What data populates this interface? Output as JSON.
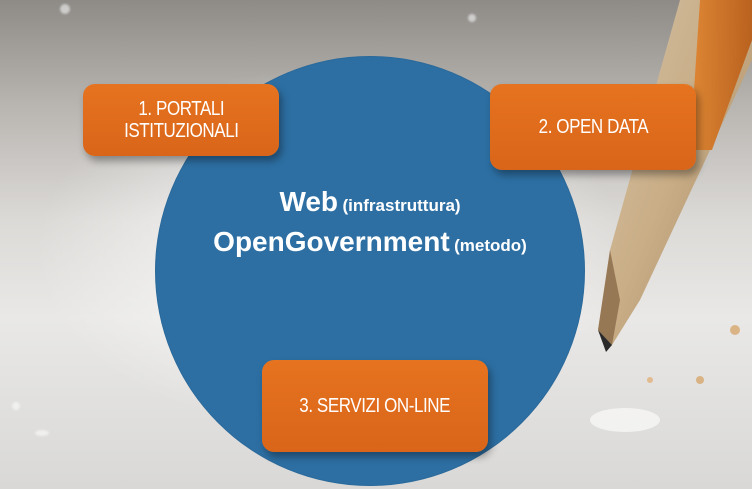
{
  "diagram": {
    "center": {
      "line1_main": "Web",
      "line1_sub": "(infrastruttura)",
      "line2_main": "OpenGovernment",
      "line2_sub": "(metodo)"
    },
    "boxes": [
      {
        "label": "1. PORTALI\nISTITUZIONALI"
      },
      {
        "label": "2. OPEN DATA"
      },
      {
        "label": "3. SERVIZI ON-LINE"
      }
    ]
  },
  "colors": {
    "circle": "#2d6fa3",
    "box": "#e06b1c",
    "text": "#ffffff"
  }
}
